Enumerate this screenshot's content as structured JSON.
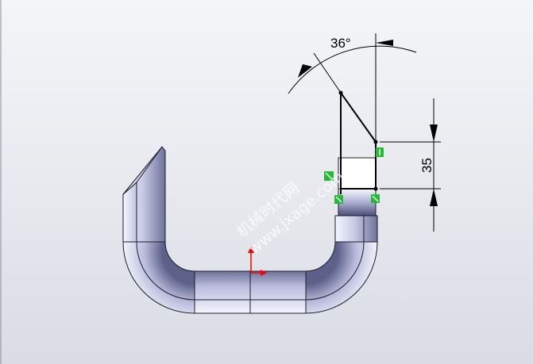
{
  "dimensions": {
    "angle_label": "36°",
    "length_label": "35"
  },
  "watermark": {
    "line1": "机械时代网",
    "line2": "www.jxage.com"
  },
  "colors": {
    "background_top": "#f4f5f8",
    "background_bottom": "#d9dce3",
    "part_light": "#eef0fb",
    "part_dark": "#5a5e88",
    "sketch_line": "#000000",
    "relation_marker": "#22bb33",
    "axis_y": "#ff0000",
    "axis_x": "#ff0000"
  },
  "icons": {
    "triad": "coordinate-triad-icon",
    "relation": "sketch-relation-icon"
  }
}
